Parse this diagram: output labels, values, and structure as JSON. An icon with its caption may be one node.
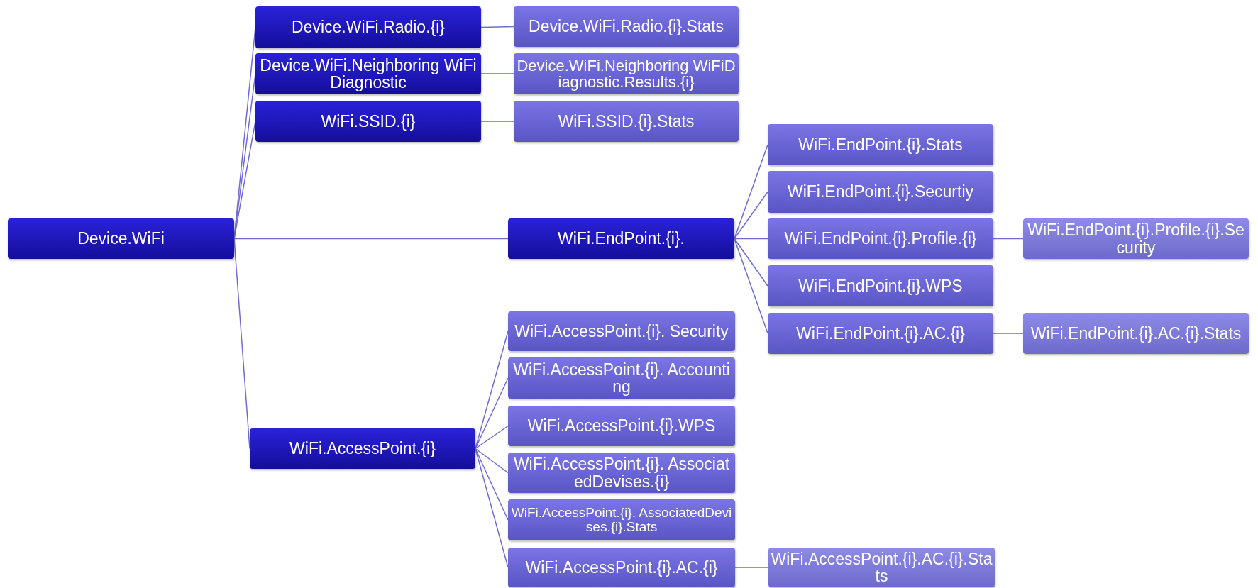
{
  "diagram": {
    "nodes": [
      {
        "text": [
          "Device.WiFi"
        ]
      },
      {
        "text": [
          "Device.WiFi.Radio.{i}"
        ]
      },
      {
        "text": [
          "Device.WiFi.Neighboring WiFiDiagnostic"
        ]
      },
      {
        "text": [
          "WiFi.SSID.{i}"
        ]
      },
      {
        "text": [
          "WiFi.EndPoint.{i}."
        ]
      },
      {
        "text": [
          "WiFi.AccessPoint.{i}"
        ]
      },
      {
        "text": [
          "Device.WiFi.Radio.{i}.Stats"
        ]
      },
      {
        "text": [
          "Device.WiFi.Neighboring WiFiDiagnostic.Results.{i}"
        ]
      },
      {
        "text": [
          "WiFi.SSID.{i}.Stats"
        ]
      },
      {
        "text": [
          "WiFi.EndPoint.{i}.Stats"
        ]
      },
      {
        "text": [
          "WiFi.EndPoint.{i}.Securtiy"
        ]
      },
      {
        "text": [
          "WiFi.EndPoint.{i}.Profile.{i}"
        ]
      },
      {
        "text": [
          "WiFi.EndPoint.{i}.WPS"
        ]
      },
      {
        "text": [
          "WiFi.EndPoint.{i}.AC.{i}"
        ]
      },
      {
        "text": [
          "WiFi.EndPoint.{i}.Profile.{i}.Security"
        ]
      },
      {
        "text": [
          "WiFi.EndPoint.{i}.AC.{i}.Stats"
        ]
      },
      {
        "text": [
          "WiFi.AccessPoint.{i}. Security"
        ]
      },
      {
        "text": [
          "WiFi.AccessPoint.{i}. Accounting"
        ]
      },
      {
        "text": [
          "WiFi.AccessPoint.{i}.WPS"
        ]
      },
      {
        "text": [
          "WiFi.AccessPoint.{i}. AssociatedDevises.{i}"
        ]
      },
      {
        "text": [
          "WiFi.AccessPoint.{i}. AssociatedDevises.{i}.Stats"
        ]
      },
      {
        "text": [
          "WiFi.AccessPoint.{i}.AC.{i}"
        ]
      },
      {
        "text": [
          "WiFi.AccessPoint.{i}.AC.{i}.Stats"
        ]
      }
    ],
    "edges": [
      {
        "from": 0,
        "to": 1,
        "arrow": "none"
      },
      {
        "from": 0,
        "to": 2,
        "arrow": "none"
      },
      {
        "from": 0,
        "to": 3,
        "arrow": "none"
      },
      {
        "from": 0,
        "to": 4,
        "arrow": "none"
      },
      {
        "from": 0,
        "to": 5,
        "arrow": "none"
      },
      {
        "from": 1,
        "to": 6,
        "arrow": "none"
      },
      {
        "from": 2,
        "to": 7,
        "arrow": "none"
      },
      {
        "from": 3,
        "to": 8,
        "arrow": "none"
      },
      {
        "from": 4,
        "to": 9,
        "arrow": "none"
      },
      {
        "from": 4,
        "to": 10,
        "arrow": "none"
      },
      {
        "from": 4,
        "to": 11,
        "arrow": "none"
      },
      {
        "from": 4,
        "to": 12,
        "arrow": "none"
      },
      {
        "from": 4,
        "to": 13,
        "arrow": "none"
      },
      {
        "from": 11,
        "to": 14,
        "arrow": "none"
      },
      {
        "from": 13,
        "to": 15,
        "arrow": "none"
      },
      {
        "from": 5,
        "to": 16,
        "arrow": "none"
      },
      {
        "from": 5,
        "to": 17,
        "arrow": "none"
      },
      {
        "from": 5,
        "to": 18,
        "arrow": "none"
      },
      {
        "from": 5,
        "to": 19,
        "arrow": "none"
      },
      {
        "from": 5,
        "to": 20,
        "arrow": "none"
      },
      {
        "from": 5,
        "to": 21,
        "arrow": "none"
      },
      {
        "from": 21,
        "to": 22,
        "arrow": "none"
      }
    ]
  }
}
